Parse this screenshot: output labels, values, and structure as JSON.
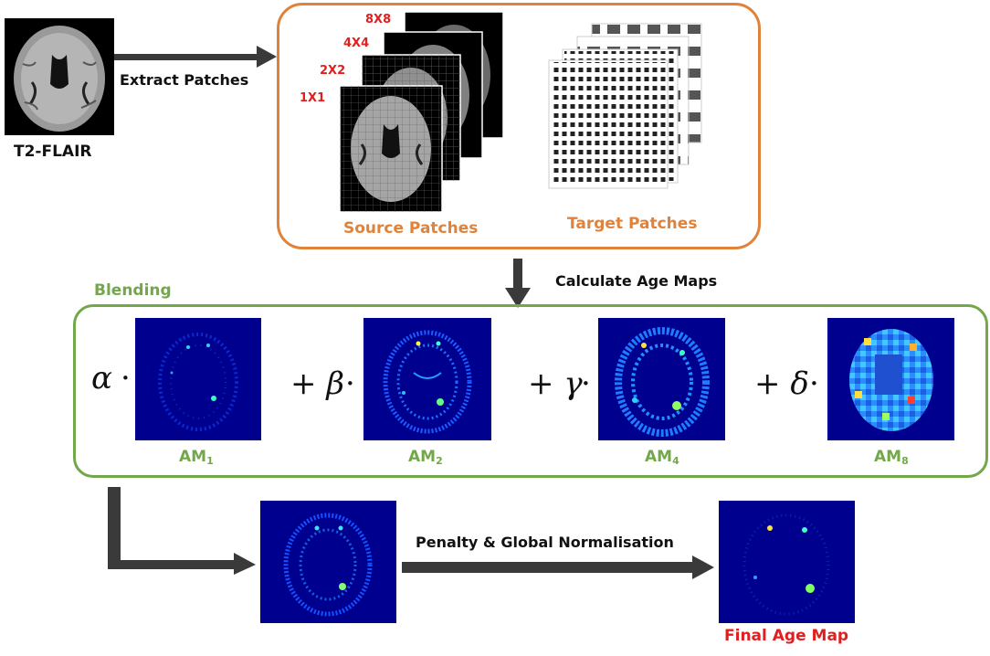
{
  "input": {
    "label": "T2-FLAIR"
  },
  "steps": {
    "extract": "Extract Patches",
    "calculate": "Calculate Age Maps",
    "penalty": "Penalty & Global Normalisation"
  },
  "patches": {
    "scales": [
      "1X1",
      "2X2",
      "4X4",
      "8X8"
    ],
    "source_label": "Source Patches",
    "target_label": "Target Patches"
  },
  "blending": {
    "title": "Blending",
    "terms": [
      {
        "coef": "α",
        "prefix": "",
        "map": "AM",
        "sub": "1"
      },
      {
        "coef": "β",
        "prefix": "+",
        "map": "AM",
        "sub": "2"
      },
      {
        "coef": "γ",
        "prefix": "+",
        "map": "AM",
        "sub": "4"
      },
      {
        "coef": "δ",
        "prefix": "+",
        "map": "AM",
        "sub": "8"
      }
    ]
  },
  "output": {
    "label": "Final Age Map"
  },
  "colors": {
    "orange": "#e0823a",
    "green": "#72a84a",
    "red": "#e02020",
    "arrow": "#3a3a3a",
    "map_bg": "#00008f"
  }
}
